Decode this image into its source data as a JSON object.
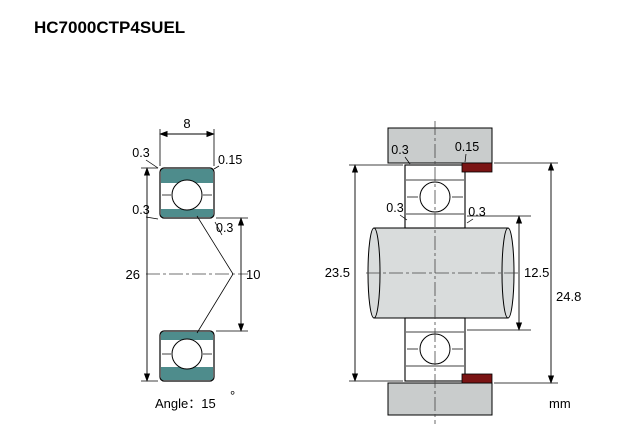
{
  "page": {
    "title": "HC7000CTP4SUEL",
    "unit": "mm"
  },
  "front_view": {
    "width": "8",
    "outer_diameter": "26",
    "bore_diameter": "10",
    "chamfer_top_left": "0.3",
    "chamfer_top_right": "0.15",
    "chamfer_left": "0.3",
    "chamfer_inner": "0.3",
    "angle_label": "Angle：15",
    "angle_unit": "°"
  },
  "mounted_view": {
    "chamfer_top_left": "0.3",
    "chamfer_top_right": "0.15",
    "chamfer_left": "0.3",
    "chamfer_right": "0.3",
    "housing_abutment_diameter": "23.5",
    "shaft_abutment_diameter": "12.5",
    "shoulder_diameter": "24.8"
  },
  "colors": {
    "ring": "#4e8c8c",
    "seal": "#7a1414",
    "housing": "#c9cccc",
    "shaft": "#d9dcdc"
  }
}
